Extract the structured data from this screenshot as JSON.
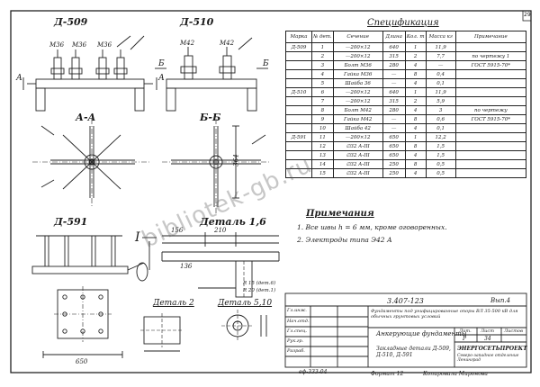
{
  "page_number": "29",
  "views": {
    "d509": "Д-509",
    "d510": "Д-510",
    "aa": "А-А",
    "bb": "Б-Б",
    "d591": "Д-591",
    "detail16": "Деталь 1,6",
    "detail2": "Деталь 2",
    "detail510": "Деталь 5,10",
    "roman": "I"
  },
  "dims": {
    "m36a": "М36",
    "m36b": "М36",
    "m36c": "М36",
    "m42a": "М42",
    "m42b": "М42",
    "a_left": "А",
    "a_right": "А",
    "b_left": "Б",
    "b_right": "Б",
    "d364": "364",
    "d650": "650",
    "d156": "156",
    "d210": "210",
    "d136": "136",
    "r15": "R 15 (дет.6)",
    "r20": "R 20 (дет.1)"
  },
  "spec": {
    "title": "Спецификация",
    "headers": [
      "Марка",
      "№ дет.",
      "Сечение",
      "Длина",
      "Кол. т",
      "Масса кг",
      "Примечание"
    ],
    "rows": [
      [
        "Д-509",
        "1",
        "—200×12",
        "640",
        "1",
        "11,9",
        ""
      ],
      [
        "",
        "2",
        "—200×12",
        "315",
        "2",
        "7,7",
        "по чертежу 1"
      ],
      [
        "",
        "3",
        "Болт М36",
        "280",
        "4",
        "—",
        "ГОСТ 5915-70*"
      ],
      [
        "",
        "4",
        "Гайка М36",
        "—",
        "8",
        "0,4",
        ""
      ],
      [
        "",
        "5",
        "Шайба 36",
        "—",
        "4",
        "0,1",
        ""
      ],
      [
        "Д-510",
        "6",
        "—200×12",
        "640",
        "1",
        "11,9",
        ""
      ],
      [
        "",
        "7",
        "—200×12",
        "315",
        "2",
        "5,9",
        ""
      ],
      [
        "",
        "8",
        "Болт М42",
        "280",
        "4",
        "3",
        "по чертежу"
      ],
      [
        "",
        "9",
        "Гайка М42",
        "—",
        "8",
        "0,6",
        "ГОСТ 5915-70*"
      ],
      [
        "",
        "10",
        "Шайба 42",
        "—",
        "4",
        "0,1",
        ""
      ],
      [
        "Д-591",
        "11",
        "—200×12",
        "650",
        "1",
        "12,2",
        ""
      ],
      [
        "",
        "12",
        "∅32 А-III",
        "650",
        "8",
        "1,5",
        ""
      ],
      [
        "",
        "13",
        "∅32 А-III",
        "650",
        "4",
        "1,5",
        ""
      ],
      [
        "",
        "14",
        "∅32 А-III",
        "250",
        "8",
        "0,5",
        ""
      ],
      [
        "",
        "15",
        "∅32 А-III",
        "250",
        "4",
        "0,5",
        ""
      ]
    ]
  },
  "notes": {
    "title": "Примечания",
    "items": [
      "1. Все швы h = 6 мм, кроме оговоренных.",
      "2. Электроды типа Э42 А"
    ]
  },
  "title_block": {
    "code": "3.407-123",
    "issue": "Вып.4",
    "description": "Фундаменты под унифицированные опоры ВЛ 35-500 кВ для обычных грунтовых условий",
    "subject": "Анкерующие фундаменты",
    "sheet_name": "Закладные детали Д-509, Д-510, Д-591",
    "stage_label": "Лит.",
    "sheet_label": "Лист",
    "sheets_label": "Листов",
    "stage": "Р",
    "sheet": "34",
    "org": "ЭНЕРГОСЕТЬПРОЕКТ",
    "org_sub": "Северо-западное отделение Ленинград",
    "format": "Формат 12",
    "copied": "Копировала Миронова",
    "archive": "еф-333-04",
    "people": [
      "Гл.инж.",
      "Нач.отд.",
      "Гл.спец.",
      "Рук.гр.",
      "Разраб."
    ]
  },
  "watermark": "bibliotek-gb.ru"
}
